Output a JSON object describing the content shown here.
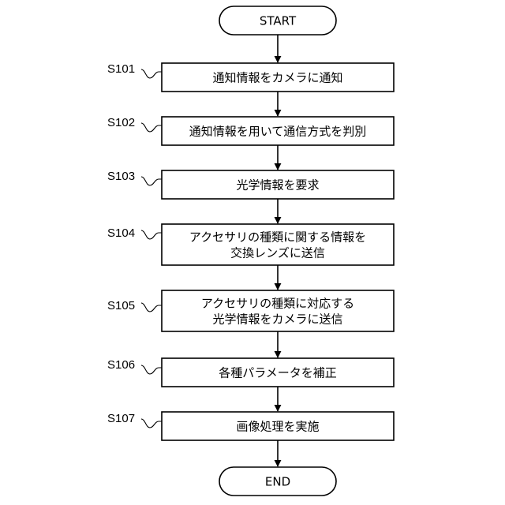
{
  "flowchart": {
    "start": {
      "label": "START"
    },
    "end": {
      "label": "END"
    },
    "steps": [
      {
        "id": "S101",
        "lines": [
          "通知情報をカメラに通知"
        ]
      },
      {
        "id": "S102",
        "lines": [
          "通知情報を用いて通信方式を判別"
        ]
      },
      {
        "id": "S103",
        "lines": [
          "光学情報を要求"
        ]
      },
      {
        "id": "S104",
        "lines": [
          "アクセサリの種類に関する情報を",
          "交換レンズに送信"
        ]
      },
      {
        "id": "S105",
        "lines": [
          "アクセサリの種類に対応する",
          "光学情報をカメラに送信"
        ]
      },
      {
        "id": "S106",
        "lines": [
          "各種パラメータを補正"
        ]
      },
      {
        "id": "S107",
        "lines": [
          "画像処理を実施"
        ]
      }
    ]
  }
}
